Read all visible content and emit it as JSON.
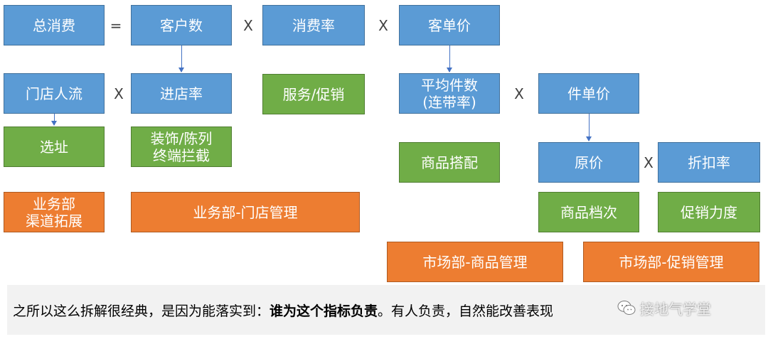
{
  "row1": {
    "total": "总消费",
    "eq": "=",
    "customers": "客户数",
    "x1": "X",
    "consume_rate": "消费率",
    "x2": "X",
    "unit_price": "客单价"
  },
  "row2": {
    "traffic": "门店人流",
    "x1": "X",
    "entry_rate": "进店率",
    "service_promo": "服务/促销",
    "avg_items": "平均件数\n(连带率)",
    "x2": "X",
    "item_price": "件单价"
  },
  "row3": {
    "site": "选址",
    "decor": "装饰/陈列\n终端拦截",
    "matching": "商品搭配",
    "orig_price": "原价",
    "x": "X",
    "discount": "折扣率"
  },
  "row4": {
    "biz_channel": "业务部\n渠道拓展",
    "biz_store": "业务部-门店管理",
    "grade": "商品档次",
    "promo_strength": "促销力度"
  },
  "row5": {
    "mkt_product": "市场部-商品管理",
    "mkt_promo": "市场部-促销管理"
  },
  "footer": {
    "prefix": "之所以这么拆解很经典，是因为能落实到：",
    "bold": "谁为这个指标负责",
    "suffix": "。有人负责，自然能改善表现"
  },
  "watermark": {
    "icon": "wechat-icon",
    "text": "接地气学堂"
  },
  "colors": {
    "blue": "#5b9bd5",
    "green": "#70ad47",
    "orange": "#ed7d31",
    "footer_bg": "#f2f2f2"
  }
}
